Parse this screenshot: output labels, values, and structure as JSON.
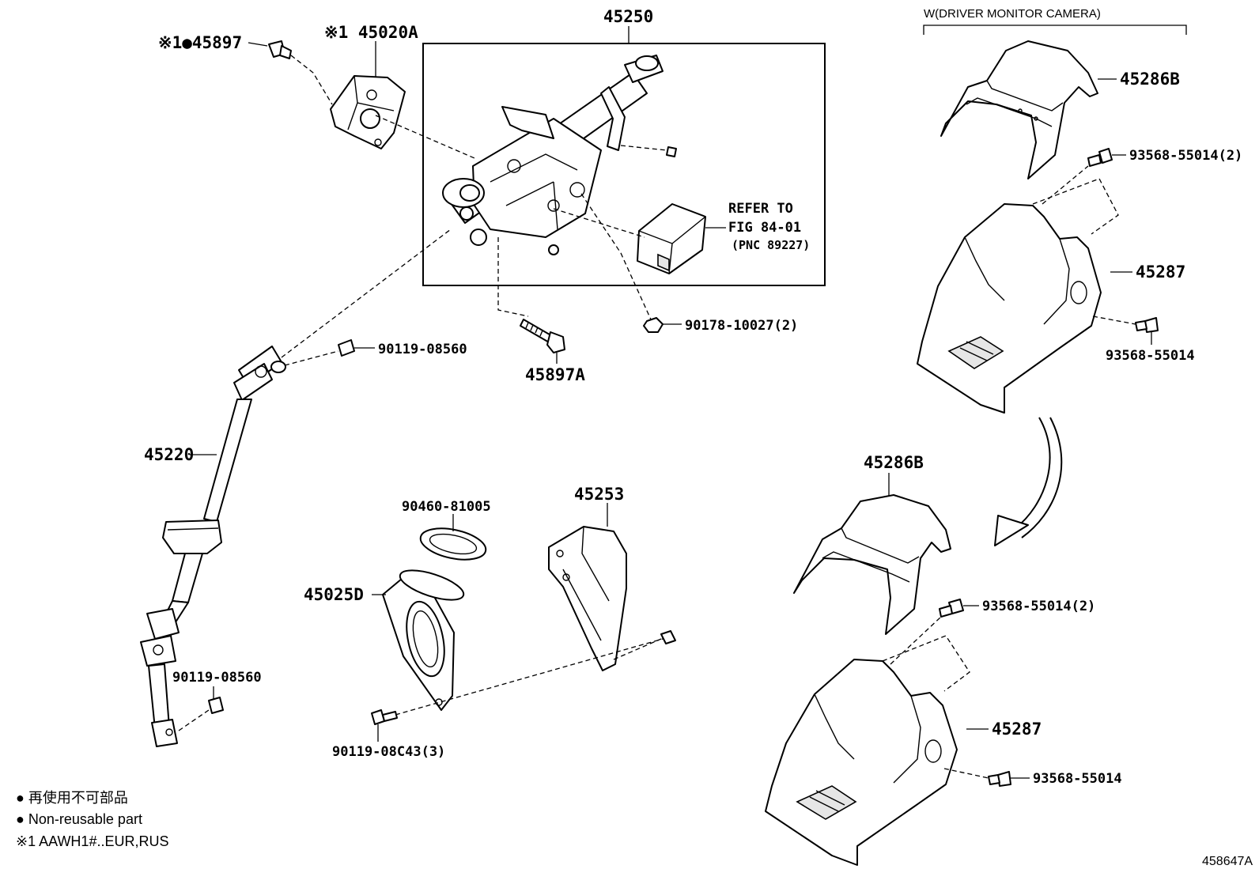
{
  "labels": {
    "p45897": "※1●45897",
    "p45020A": "※1 45020A",
    "p45250": "45250",
    "refer_line1": "REFER TO",
    "refer_line2": "FIG 84-01",
    "refer_line3": "(PNC 89227)",
    "p90178": "90178-10027(2)",
    "p45897A": "45897A",
    "p90119_upper": "90119-08560",
    "p45220": "45220",
    "p90119_lower": "90119-08560",
    "p90460": "90460-81005",
    "p45253": "45253",
    "p45025D": "45025D",
    "p90119_08C43": "90119-08C43(3)",
    "driver_monitor_header": "W(DRIVER MONITOR CAMERA)",
    "p45286B_upper": "45286B",
    "p93568_upper_2": "93568-55014(2)",
    "p45287_upper": "45287",
    "p93568_upper": "93568-55014",
    "p45286B_lower": "45286B",
    "p93568_lower_2": "93568-55014(2)",
    "p45287_lower": "45287",
    "p93568_lower": "93568-55014"
  },
  "legend": {
    "line1": "● 再使用不可部品",
    "line2": "● Non-reusable part",
    "line3": "※1 AAWH1#..EUR,RUS"
  },
  "figure_id": "458647A"
}
